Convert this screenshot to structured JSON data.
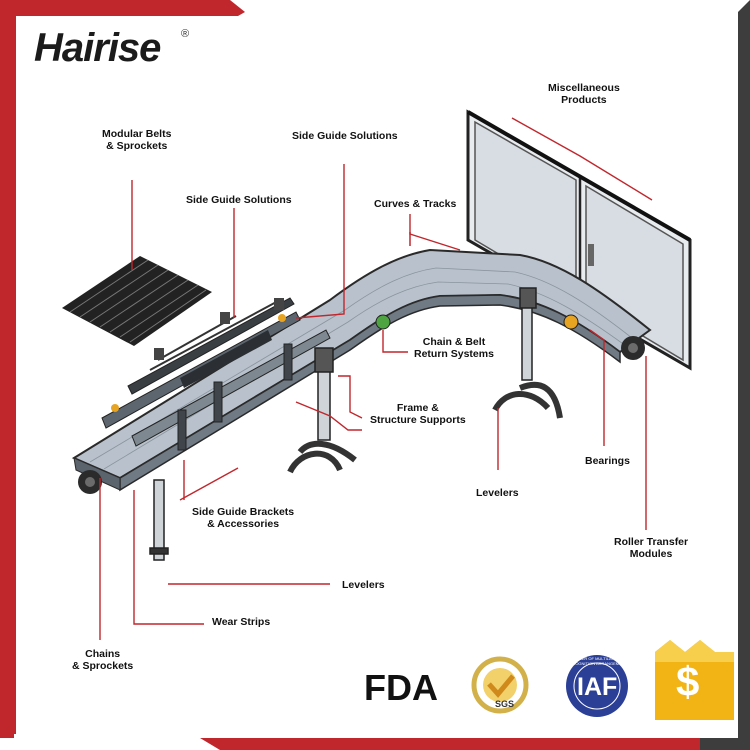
{
  "brand": {
    "name": "Hairise",
    "mark": "®"
  },
  "labels": {
    "miscellaneous_products": [
      "Miscellaneous",
      "Products"
    ],
    "modular_belts": [
      "Modular Belts",
      "& Sprockets"
    ],
    "side_guide_solutions_top": "Side Guide Solutions",
    "side_guide_solutions_mid": "Side Guide Solutions",
    "curves_tracks": "Curves & Tracks",
    "chain_belt_return": [
      "Chain & Belt",
      "Return Systems"
    ],
    "frame_supports": [
      "Frame &",
      "Structure Supports"
    ],
    "bearings": "Bearings",
    "levelers_right": "Levelers",
    "side_guide_brackets": [
      "Side Guide Brackets",
      "& Accessories"
    ],
    "roller_transfer": [
      "Roller Transfer",
      "Modules"
    ],
    "levelers_bottom": "Levelers",
    "wear_strips": "Wear Strips",
    "chains_sprockets": [
      "Chains",
      "& Sprockets"
    ]
  },
  "certifications": {
    "fda": "FDA",
    "sgs": "SGS",
    "iaf": "IAF",
    "iaf_ring": "MEMBER OF MULTILATERAL RECOGNITION ARRANGEMENT",
    "dollar": "$"
  },
  "colors": {
    "accent_red": "#c0272d",
    "frame_dark": "#3d3d3d",
    "belt_gray": "#b9c2cc",
    "iaf_blue": "#2b3f96",
    "gold": "#f2b415"
  }
}
